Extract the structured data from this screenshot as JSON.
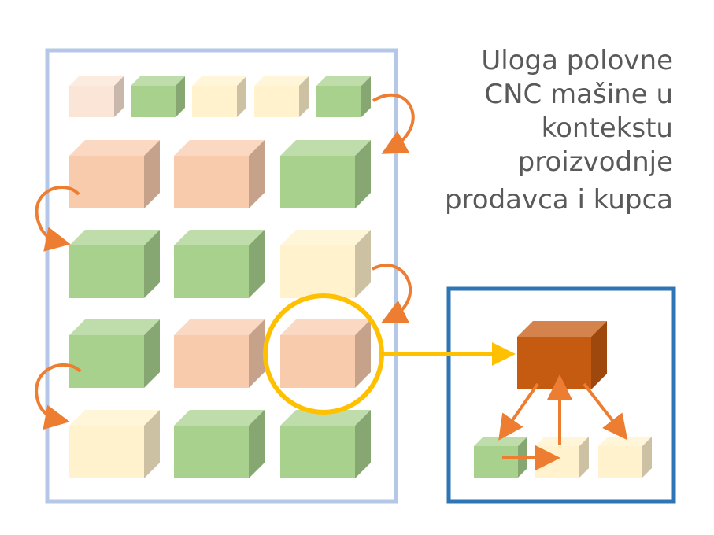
{
  "title": {
    "lines": [
      "Uloga polovne",
      "CNC mašine u",
      "kontekstu",
      "proizvodnje",
      "prodavca i kupca"
    ]
  },
  "colors": {
    "left_panel_border": "#b4c7e7",
    "right_panel_border": "#2e75b6",
    "arrow": "#ed7d31",
    "highlight": "#ffc000",
    "pink": "#f8cbad",
    "green": "#a9d18e",
    "cream": "#fff2cc",
    "light_pink": "#fbe5d6",
    "dark_orange": "#c55a11"
  },
  "left_panel": {
    "small_row": [
      "light_pink",
      "green",
      "cream",
      "cream",
      "green"
    ],
    "grid": [
      [
        "pink",
        "pink",
        "green"
      ],
      [
        "green",
        "green",
        "cream"
      ],
      [
        "green",
        "pink",
        "pink"
      ],
      [
        "cream",
        "green",
        "green"
      ]
    ],
    "highlighted_box": "row 3, column 3"
  },
  "right_panel": {
    "top_box": "dark_orange",
    "bottom_boxes": [
      "green",
      "cream",
      "cream"
    ]
  },
  "icons": [
    "curved-arrow-icon",
    "straight-arrow-icon"
  ]
}
